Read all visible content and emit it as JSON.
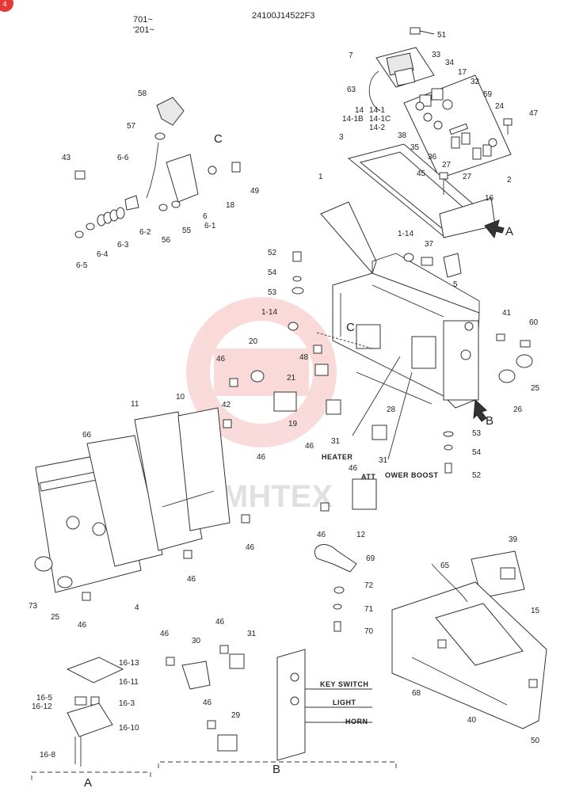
{
  "header": {
    "code": "24100J14522F3",
    "serial_a": "701~",
    "serial_b": "'201~",
    "corner_badge": "4"
  },
  "watermark": {
    "text": "MHTEX",
    "color": "#e53935"
  },
  "colors": {
    "line": "#333333",
    "badge": "#e53935"
  },
  "labels": {
    "p51": "51",
    "p7": "7",
    "p33": "33",
    "p34": "34",
    "p17": "17",
    "p63": "63",
    "p14a": "14",
    "p14_1": "14-1",
    "p14_1b": "14-1B",
    "p14_1c": "14-1C",
    "p14_2": "14-2",
    "p32": "32",
    "p59": "59",
    "p24": "24",
    "p47": "47",
    "p38": "38",
    "p35": "35",
    "p36": "36",
    "p27a": "27",
    "p27b": "27",
    "p2": "2",
    "p3": "3",
    "p45": "45",
    "p16": "16",
    "p1": "1",
    "p58": "58",
    "p57": "57",
    "C_top": "C",
    "p6_6": "6-6",
    "p43": "43",
    "p49": "49",
    "p18": "18",
    "p6": "6",
    "p6_1": "6-1",
    "p6_2": "6-2",
    "p6_3": "6-3",
    "p6_4": "6-4",
    "p6_5": "6-5",
    "p56": "56",
    "p55": "55",
    "p1_14a": "1-14",
    "p37": "37",
    "p5": "5",
    "p52a": "52",
    "p54a": "54",
    "p53a": "53",
    "p1_14b": "1-14",
    "C_mid": "C",
    "p41": "41",
    "p60": "60",
    "p25a": "25",
    "p26": "26",
    "p48": "48",
    "p20": "20",
    "p46a": "46",
    "p21": "21",
    "p28": "28",
    "B_arrow": "B",
    "p42": "42",
    "p10": "10",
    "p11": "11",
    "p19": "19",
    "p46b": "46",
    "p46c": "46",
    "p31a": "31",
    "p31b": "31",
    "p46d": "46",
    "heater": "HEATER",
    "att": "ATT",
    "ower_boost": "OWER\nBOOST",
    "p53b": "53",
    "p54b": "54",
    "p52b": "52",
    "p66": "66",
    "p46e": "46",
    "p46f": "46",
    "p12": "12",
    "p73": "73",
    "p25b": "25",
    "p4": "4",
    "p46g": "46",
    "p69": "69",
    "p72": "72",
    "p71": "71",
    "p70": "70",
    "p39": "39",
    "p65": "65",
    "p15": "15",
    "p68": "68",
    "p40": "40",
    "p50": "50",
    "p16_13": "16-13",
    "p16_11": "16-11",
    "p16_5": "16-5",
    "p16_12": "16-12",
    "p16_3": "16-3",
    "p16_10": "16-10",
    "p16_8": "16-8",
    "p46h": "46",
    "p30": "30",
    "p46i": "46",
    "p31c": "31",
    "key_switch": "KEY SWITCH",
    "light": "LIGHT",
    "horn": "HORN",
    "p46j": "46",
    "p29": "29",
    "A_arrow": "A",
    "group_A": "A",
    "group_B": "B"
  }
}
